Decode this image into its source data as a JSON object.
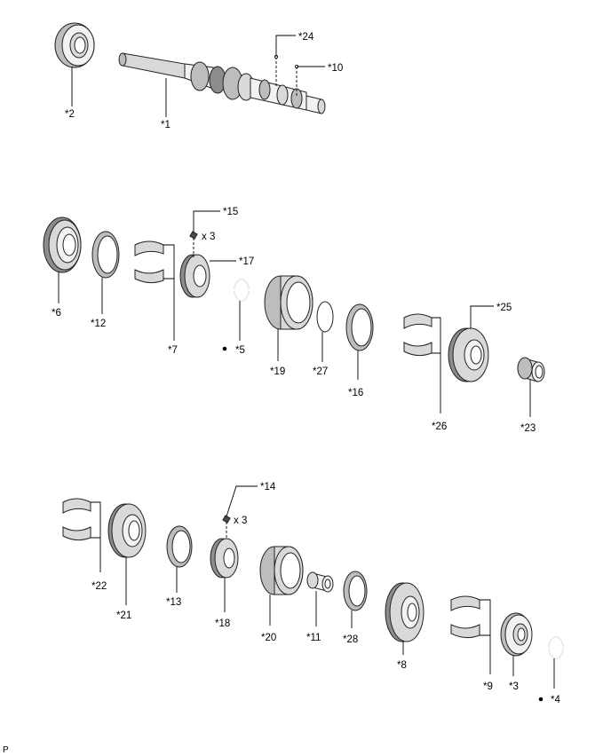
{
  "diagram": {
    "corner_mark": "P",
    "labels": {
      "l1": "*1",
      "l2": "*2",
      "l3": "*3",
      "l4": "*4",
      "l5": "*5",
      "l6": "*6",
      "l7": "*7",
      "l8": "*8",
      "l9": "*9",
      "l10": "*10",
      "l11": "*11",
      "l12": "*12",
      "l13": "*13",
      "l14": "*14",
      "l15": "*15",
      "l16": "*16",
      "l17": "*17",
      "l18": "*18",
      "l19": "*19",
      "l20": "*20",
      "l21": "*21",
      "l22": "*22",
      "l23": "*23",
      "l24": "*24",
      "l25": "*25",
      "l26": "*26",
      "l27": "*27",
      "l28": "*28"
    },
    "quantity_15": "x 3",
    "quantity_14": "x 3",
    "colors": {
      "line": "#000000",
      "part_fill": "#d9d9d9",
      "part_dark": "#8c8c8c"
    }
  }
}
